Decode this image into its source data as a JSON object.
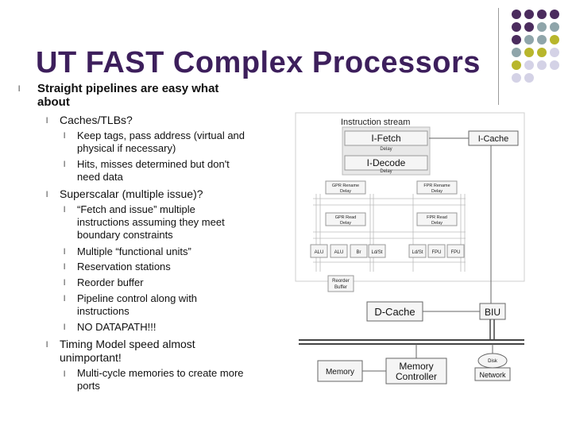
{
  "slide": {
    "title": "UT FAST Complex Processors",
    "bullet_char": "l",
    "lvl1": {
      "line1": "Straight pipelines are easy what",
      "line2": "about"
    },
    "caches": "Caches/TLBs?",
    "caches_sub": [
      {
        "l1": "Keep tags, pass address (virtual and",
        "l2": "physical if necessary)"
      },
      {
        "l1": "Hits, misses determined but don't",
        "l2": "need data"
      }
    ],
    "superscalar": "Superscalar (multiple issue)?",
    "superscalar_sub": [
      {
        "l1": "“Fetch and issue” multiple",
        "l2": "instructions assuming they meet",
        "l3": "boundary constraints"
      },
      {
        "l1": "Multiple “functional units”"
      },
      {
        "l1": "Reservation stations"
      },
      {
        "l1": "Reorder buffer"
      },
      {
        "l1": "Pipeline control along with",
        "l2": "instructions"
      },
      {
        "l1": "NO DATAPATH!!!"
      }
    ],
    "timing": {
      "l1": "Timing Model speed almost",
      "l2": "unimportant!"
    },
    "timing_sub": {
      "l1": "Multi-cycle memories to create more",
      "l2": "ports"
    }
  },
  "diagram": {
    "instruction_stream": "Instruction stream",
    "ifetch": "I-Fetch",
    "icache": "I-Cache",
    "decode": "I-Decode",
    "delay": "Delay",
    "gpr_rename": "GPR Rename",
    "fpr_rename": "FPR Rename",
    "gpr_read": "GPR Read",
    "fpr_read": "FPR Read",
    "units": [
      "ALU",
      "ALU",
      "Br",
      "Ld/St",
      "Ld/St",
      "FPU",
      "FPU"
    ],
    "reorder": {
      "l1": "Reorder",
      "l2": "Buffer"
    },
    "dcache": "D-Cache",
    "biu": "BIU",
    "memory": "Memory",
    "memctrl": {
      "l1": "Memory",
      "l2": "Controller"
    },
    "disk": "Disk",
    "network": "Network"
  },
  "colors": {
    "purple": "#4b2c5e",
    "gray": "#8fa5aa",
    "olive": "#b8b62c",
    "lavender": "#d4d2e6",
    "title": "#3d1f5c"
  }
}
